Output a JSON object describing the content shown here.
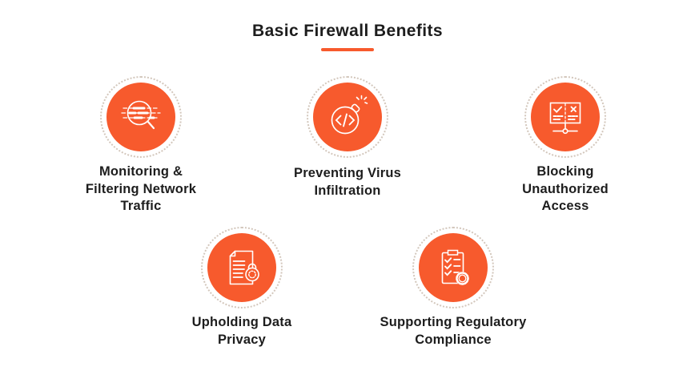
{
  "header": {
    "title": "Basic Firewall Benefits"
  },
  "theme": {
    "accent": "#f75a2d",
    "text": "#1d1d1d",
    "ring": "#d3c7bc",
    "icon_stroke": "#ffffff",
    "background": "#ffffff"
  },
  "benefits": [
    {
      "icon": "magnifier-traffic-icon",
      "label": "Monitoring & Filtering Network Traffic",
      "label_lines": [
        "Monitoring &",
        "Filtering Network",
        "Traffic"
      ]
    },
    {
      "icon": "code-bomb-icon",
      "label": "Preventing Virus Infiltration",
      "label_lines": [
        "Preventing Virus",
        "Infiltration"
      ]
    },
    {
      "icon": "access-list-icon",
      "label": "Blocking Unauthorized Access",
      "label_lines": [
        "Blocking",
        "Unauthorized",
        "Access"
      ]
    },
    {
      "icon": "document-lock-icon",
      "label": "Upholding Data Privacy",
      "label_lines": [
        "Upholding Data",
        "Privacy"
      ]
    },
    {
      "icon": "clipboard-seal-icon",
      "label": "Supporting Regulatory Compliance",
      "label_lines": [
        "Supporting Regulatory",
        "Compliance"
      ]
    }
  ]
}
